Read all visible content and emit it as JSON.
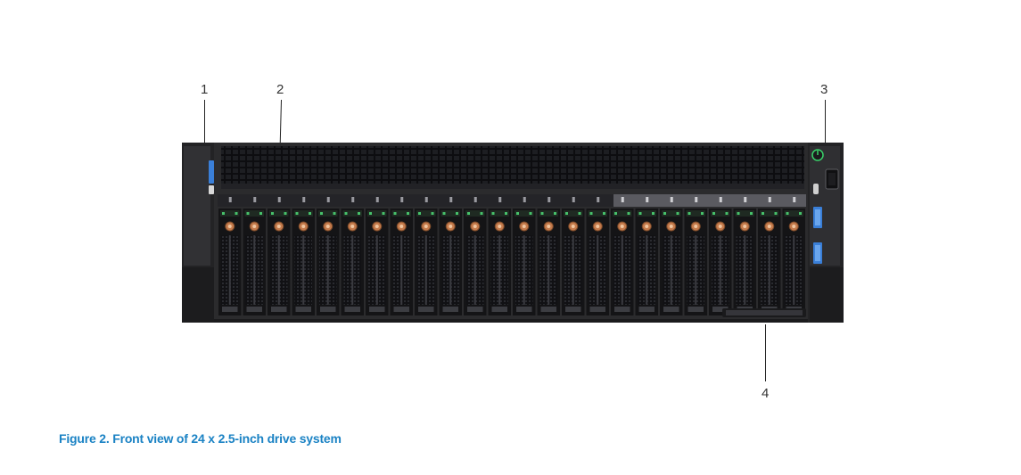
{
  "callouts": {
    "c1": "1",
    "c2": "2",
    "c3": "3",
    "c4": "4"
  },
  "figure": {
    "caption": "Figure 2. Front view of 24 x 2.5-inch drive system"
  },
  "server": {
    "drive_count": 24,
    "colors": {
      "chassis": "#2b2b2d",
      "bay_dark": "#141416",
      "led_green": "#47c26b",
      "release_copper": "#c47a4b",
      "usb_blue": "#3a7fd8",
      "power_green": "#39d36a",
      "caption_blue": "#1a82c4"
    },
    "icons": [
      "power-button-icon",
      "usb-port-icon",
      "vga-port-icon",
      "micro-usb-icon"
    ]
  }
}
